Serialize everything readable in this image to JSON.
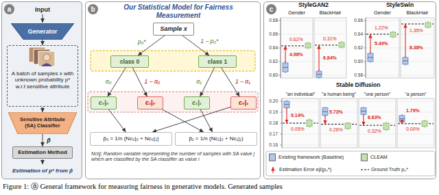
{
  "diagram": {
    "caption": "Figure 1: ⓐ General framework for measuring fairness in generative models. Generated samples",
    "nodes": [
      {
        "text": [
          "a"
        ]
      },
      {
        "text": [
          "Generator"
        ],
        "in": 0
      },
      {
        "text": [
          "A batch of samples x with unknown probability p* w.r.t sensitive attribute"
        ],
        "in": 0
      },
      {
        "text": [
          "Sensitive Attribute (SA) Classifier"
        ],
        "in": 0
      },
      {
        "text": [
          "Estimation Method"
        ],
        "in": 0
      },
      {
        "text": [
          "b",
          "Our Statistical Model for Fairness Measurement"
        ]
      },
      {
        "text": [
          "Sample x"
        ],
        "in": 5
      },
      {
        "text": [
          "class 0"
        ],
        "in": 5
      },
      {
        "text": [
          "class 1"
        ],
        "in": 5
      },
      {
        "text": [
          "c₀|₀"
        ],
        "in": 5
      },
      {
        "text": [
          "c₁|₀"
        ],
        "in": 5
      },
      {
        "text": [
          "c₁|₁"
        ],
        "in": 5
      },
      {
        "text": [
          "c₀|₁"
        ],
        "in": 5
      },
      {
        "text": [
          "p̂₀ = 1/n (Nc₀|₀ + Nc₀|₁)"
        ],
        "in": 5
      },
      {
        "text": [
          "p̂₁ = 1/n (Nc₁|₀ + Nc₁|₁)"
        ],
        "in": 5
      },
      {
        "text": [
          "c"
        ]
      }
    ],
    "edges": [
      {
        "from": 1,
        "to": 2,
        "arrow": "to"
      },
      {
        "from": 2,
        "to": 3,
        "arrow": "to"
      },
      {
        "from": 3,
        "to": 4,
        "arrow": "to",
        "label": "p̂"
      },
      {
        "from": 6,
        "to": 7,
        "arrow": "to",
        "label": "p₀*"
      },
      {
        "from": 6,
        "to": 8,
        "arrow": "to",
        "label": "1 − p₀*"
      },
      {
        "from": 7,
        "to": 9,
        "arrow": "to",
        "label": "α₀"
      },
      {
        "from": 7,
        "to": 10,
        "arrow": "to",
        "label": "1 − α₀"
      },
      {
        "from": 8,
        "to": 11,
        "arrow": "to",
        "label": "α₁"
      },
      {
        "from": 8,
        "to": 12,
        "arrow": "to",
        "label": "1 − α₁"
      },
      {
        "from": 9,
        "to": 13,
        "arrow": "to"
      },
      {
        "from": 12,
        "to": 13,
        "arrow": "to"
      },
      {
        "from": 10,
        "to": 14,
        "arrow": "to"
      },
      {
        "from": 11,
        "to": 14,
        "arrow": "to"
      }
    ],
    "labels": [
      "Input",
      "Estimation of p* from p̂",
      "Nci|j: Random variable representing the number of samples with SA value j which are classified by the SA classifier as value i",
      "StyleGAN2",
      "Gender",
      "BlackHair",
      "StyleSwin",
      "Gender",
      "BlackHair",
      "0.68",
      "0.66",
      "0.64",
      "0.62",
      "0.60",
      "0.66",
      "0.64",
      "0.62",
      "0.60",
      "0.58",
      "0.62%",
      "4.98%",
      "0.31%",
      "6.84%",
      "1.22%",
      "5.49%",
      "1.35%",
      "8.38%",
      "Stable Diffusion",
      "\"an individual\"",
      "\"a human being\"",
      "\"one person\"",
      "\"a person\"",
      "0.20",
      "0.19",
      "0.18",
      "0.17",
      "0.16",
      "9.14%",
      "0.05%",
      "5.73%",
      "0.26%",
      "6.63%",
      "0.32%",
      "1.79%",
      "0.00%"
    ],
    "legend": [
      {
        "text": "Existing framework (Baseline)",
        "color": "#b4c7e7"
      },
      {
        "text": "CLEAM",
        "color": "#c5e0b4"
      },
      {
        "text": "Estimation Error eβ(p₀*)"
      },
      {
        "text": "Ground Truth p₀*"
      }
    ]
  }
}
